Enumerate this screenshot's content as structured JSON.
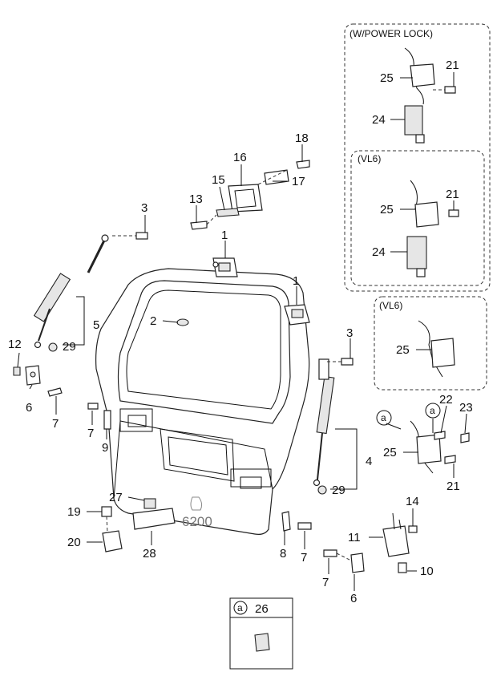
{
  "panels": {
    "power_lock": "(W/POWER LOCK)",
    "vl6_top": "(VL6)",
    "vl6_mid": "(VL6)"
  },
  "legend": {
    "marker": "a",
    "number": "26"
  },
  "ref_code": "6200",
  "callouts": {
    "n1a": "1",
    "n1b": "1",
    "n2": "2",
    "n3a": "3",
    "n3b": "3",
    "n4": "4",
    "n5": "5",
    "n6a": "6",
    "n6b": "6",
    "n7a": "7",
    "n7b": "7",
    "n7c": "7",
    "n7d": "7",
    "n8": "8",
    "n9": "9",
    "n10": "10",
    "n11": "11",
    "n12": "12",
    "n13": "13",
    "n14": "14",
    "n15": "15",
    "n16": "16",
    "n17": "17",
    "n18": "18",
    "n19": "19",
    "n20": "20",
    "n21a": "21",
    "n21b": "21",
    "n21c": "21",
    "n22": "22",
    "n23": "23",
    "n24a": "24",
    "n24b": "24",
    "n25a": "25",
    "n25b": "25",
    "n25c": "25",
    "n25d": "25",
    "n27": "27",
    "n28": "28",
    "n29a": "29",
    "n29b": "29",
    "a1": "a",
    "a2": "a"
  }
}
